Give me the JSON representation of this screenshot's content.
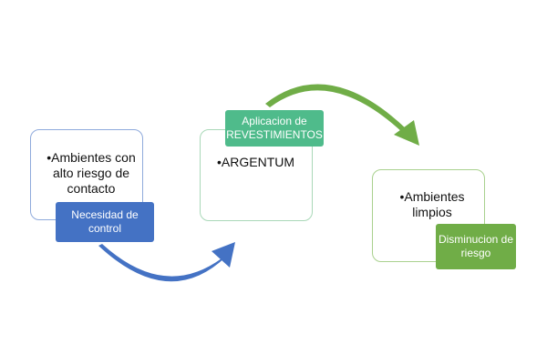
{
  "stages": [
    {
      "bullet": "•",
      "body": "Ambientes con alto riesgo de contacto",
      "label": "Necesidad de control"
    },
    {
      "bullet": "•",
      "body": "ARGENTUM",
      "label": "Aplicacion de REVESTIMIENTOS"
    },
    {
      "bullet": "•",
      "body": "Ambientes limpios",
      "label": "Disminucion de riesgo"
    }
  ],
  "colors": {
    "stage1": "#4472c4",
    "stage2": "#4fbb8b",
    "stage3": "#70ad47",
    "arrow1": "#4472c4",
    "arrow2": "#70ad47"
  }
}
